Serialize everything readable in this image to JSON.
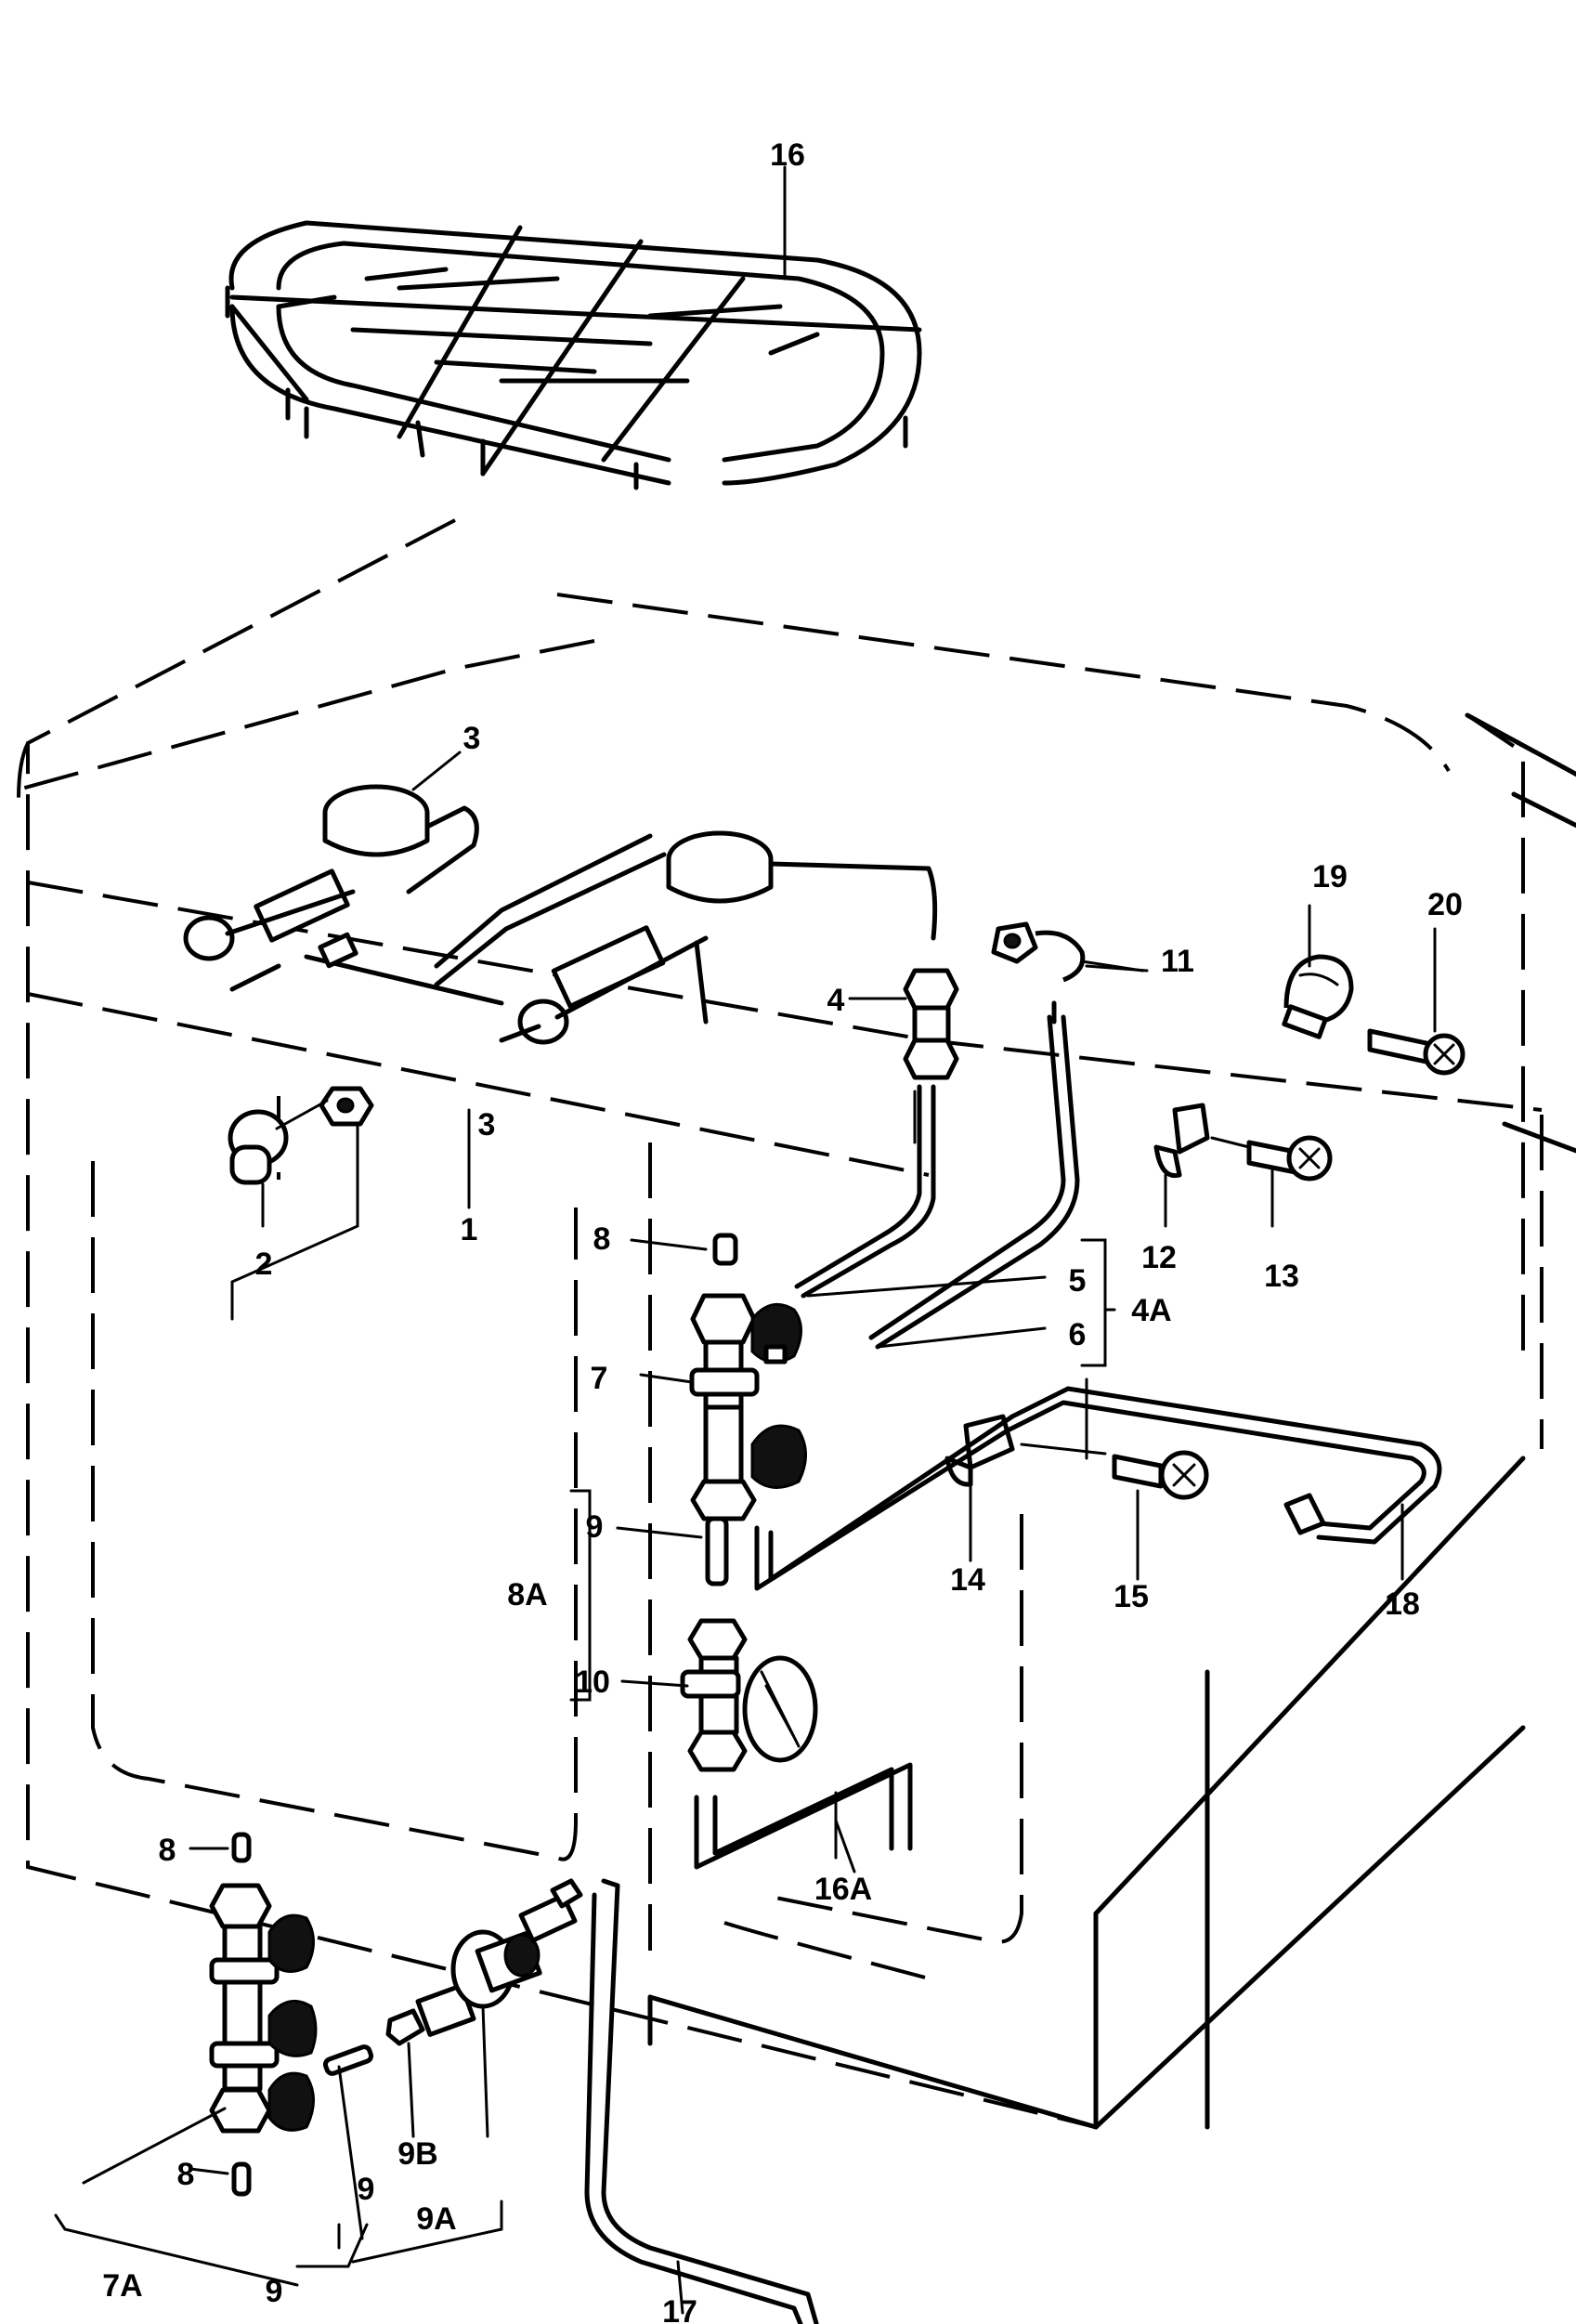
{
  "labels": {
    "p1": "1",
    "p2": "2",
    "p3a": "3",
    "p3b": "3",
    "p4": "4",
    "p4a": "4A",
    "p5": "5",
    "p6": "6",
    "p7": "7",
    "p7a": "7A",
    "p8a": "8",
    "p8b": "8",
    "p8c": "8",
    "p8A": "8A",
    "p9a": "9",
    "p9b": "9",
    "p9c": "9",
    "p9A": "9A",
    "p9B": "9B",
    "p10": "10",
    "p11": "11",
    "p12": "12",
    "p13": "13",
    "p14": "14",
    "p15": "15",
    "p16": "16",
    "p16a": "16A",
    "p17": "17",
    "p18": "18",
    "p19": "19",
    "p20": "20"
  }
}
